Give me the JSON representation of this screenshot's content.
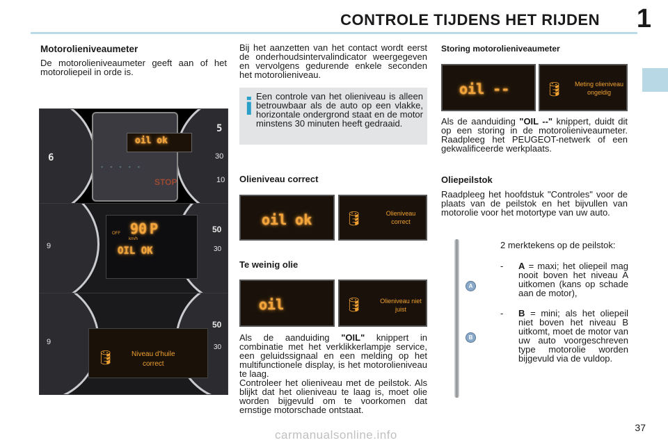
{
  "header": {
    "title": "CONTROLE TIJDENS HET RIJDEN",
    "chapter": "1"
  },
  "left": {
    "heading": "Motorolieniveaumeter",
    "text": "De motorolieniveaumeter geeft aan of het motoroliepeil in orde is.",
    "dash1": {
      "lcd": "oil ok",
      "warn": "STOP",
      "g1a": "6",
      "g1b": "5",
      "g1c": "30",
      "g1d": "10"
    },
    "dash2": {
      "speed": "90",
      "gear": "P",
      "unit": "km/h",
      "status": "OIL OK",
      "off": "OFF",
      "g2a": "9",
      "g2b": "50",
      "g2c": "30"
    },
    "dash3": {
      "msg1": "Niveau d'huile",
      "msg2": "correct",
      "g3a": "9",
      "g3b": "50",
      "g3c": "30"
    }
  },
  "middle": {
    "intro": "Bij het aanzetten van het contact wordt eerst de onderhoudsintervalindicator weergegeven en vervolgens gedurende enkele seconden het motorolieniveau.",
    "info_icon": "i",
    "info": "Een controle van het olieniveau is alleen betrouwbaar als de auto op een vlakke, horizontale ondergrond staat en de motor minstens 30 minuten heeft gedraaid.",
    "correct": {
      "heading": "Olieniveau correct",
      "lcd": "oil ok",
      "msg1": "Olieniveau",
      "msg2": "correct"
    },
    "low": {
      "heading": "Te weinig olie",
      "lcd": "oil",
      "msg1": "Olieniveau niet",
      "msg2": "juist"
    },
    "low_text_pre": "Als de aanduiding ",
    "low_text_bold": "\"OIL\"",
    "low_text_post": " knippert in combinatie met het verklikkerlampje service, een geluidssignaal en een melding op het multifunctionele display, is het motorolieniveau te laag.",
    "check_text": "Controleer het olieniveau met de peilstok. Als blijkt dat het olieniveau te laag is, moet olie worden bijgevuld om te voorkomen dat ernstige motorschade ontstaat."
  },
  "right": {
    "fault_heading": "Storing motorolieniveaumeter",
    "fault_lcd": "oil --",
    "fault_msg1": "Meting olieniveau",
    "fault_msg2": "ongeldig",
    "fault_text_pre": "Als de aanduiding ",
    "fault_text_bold": "\"OIL --\"",
    "fault_text_post": " knippert, duidt dit op een storing in de motorolieniveaumeter. Raadpleeg het PEUGEOT-netwerk of een gekwalificeerde werkplaats.",
    "dipstick_heading": "Oliepeilstok",
    "dipstick_text": "Raadpleeg het hoofdstuk \"Controles\" voor de plaats van de peilstok en het bijvullen van motorolie voor het motortype van uw auto.",
    "marks_intro": "2 merktekens op de peilstok:",
    "dash": "-",
    "a_label": "A",
    "a_text": " = maxi; het oliepeil mag nooit boven het niveau A uitkomen (kans op schade aan de motor),",
    "b_label": "B",
    "b_text": " = mini; als het oliepeil niet boven het niveau B uitkomt, moet de motor van uw auto voorgeschreven type motorolie worden bijgevuld via de vuldop.",
    "mark_a": "A",
    "mark_b": "B"
  },
  "footer": {
    "page": "37",
    "watermark": "carmanualsonline.info"
  },
  "icons": [
    "info-icon",
    "oil-can-icon",
    "dipstick-icon"
  ]
}
